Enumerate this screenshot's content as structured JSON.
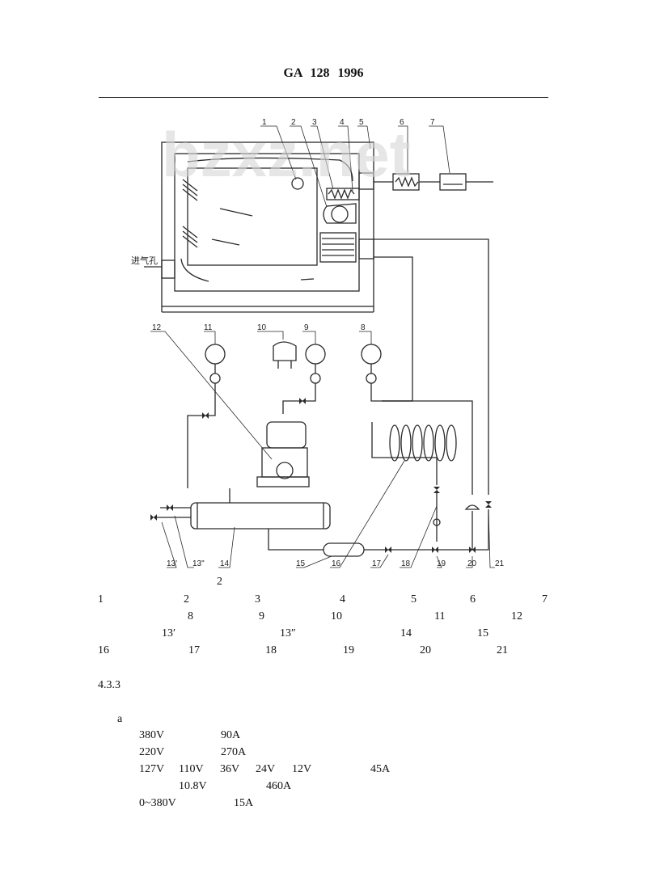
{
  "header": {
    "title": "GA 128    1996"
  },
  "watermark": "bzxz.net",
  "figure": {
    "caption_number": "2",
    "inlet_label": "进气孔",
    "callouts": [
      "1",
      "2",
      "3",
      "4",
      "5",
      "6",
      "7",
      "8",
      "9",
      "10",
      "11",
      "12",
      "13'",
      "13\"",
      "14",
      "15",
      "16",
      "17",
      "18",
      "19",
      "20",
      "21"
    ]
  },
  "legend": {
    "rows": [
      [
        "1",
        "2",
        "3",
        "4",
        "5",
        "6",
        "7"
      ],
      [
        "8",
        "9",
        "10",
        "11",
        "12"
      ],
      [
        "13′",
        "13″",
        "14",
        "15"
      ],
      [
        "16",
        "17",
        "18",
        "19",
        "20",
        "21"
      ]
    ]
  },
  "section": {
    "number": "4.3.3"
  },
  "list": {
    "item_a": "a",
    "lines": [
      [
        "380V",
        "90A"
      ],
      [
        "220V",
        "270A"
      ],
      [
        "127V",
        "110V",
        "36V",
        "24V",
        "12V",
        "45A"
      ],
      [
        "10.8V",
        "460A"
      ],
      [
        "0~380V",
        "15A"
      ]
    ]
  },
  "colors": {
    "line": "#2a2a2a",
    "watermark": "#d7d7d7"
  }
}
